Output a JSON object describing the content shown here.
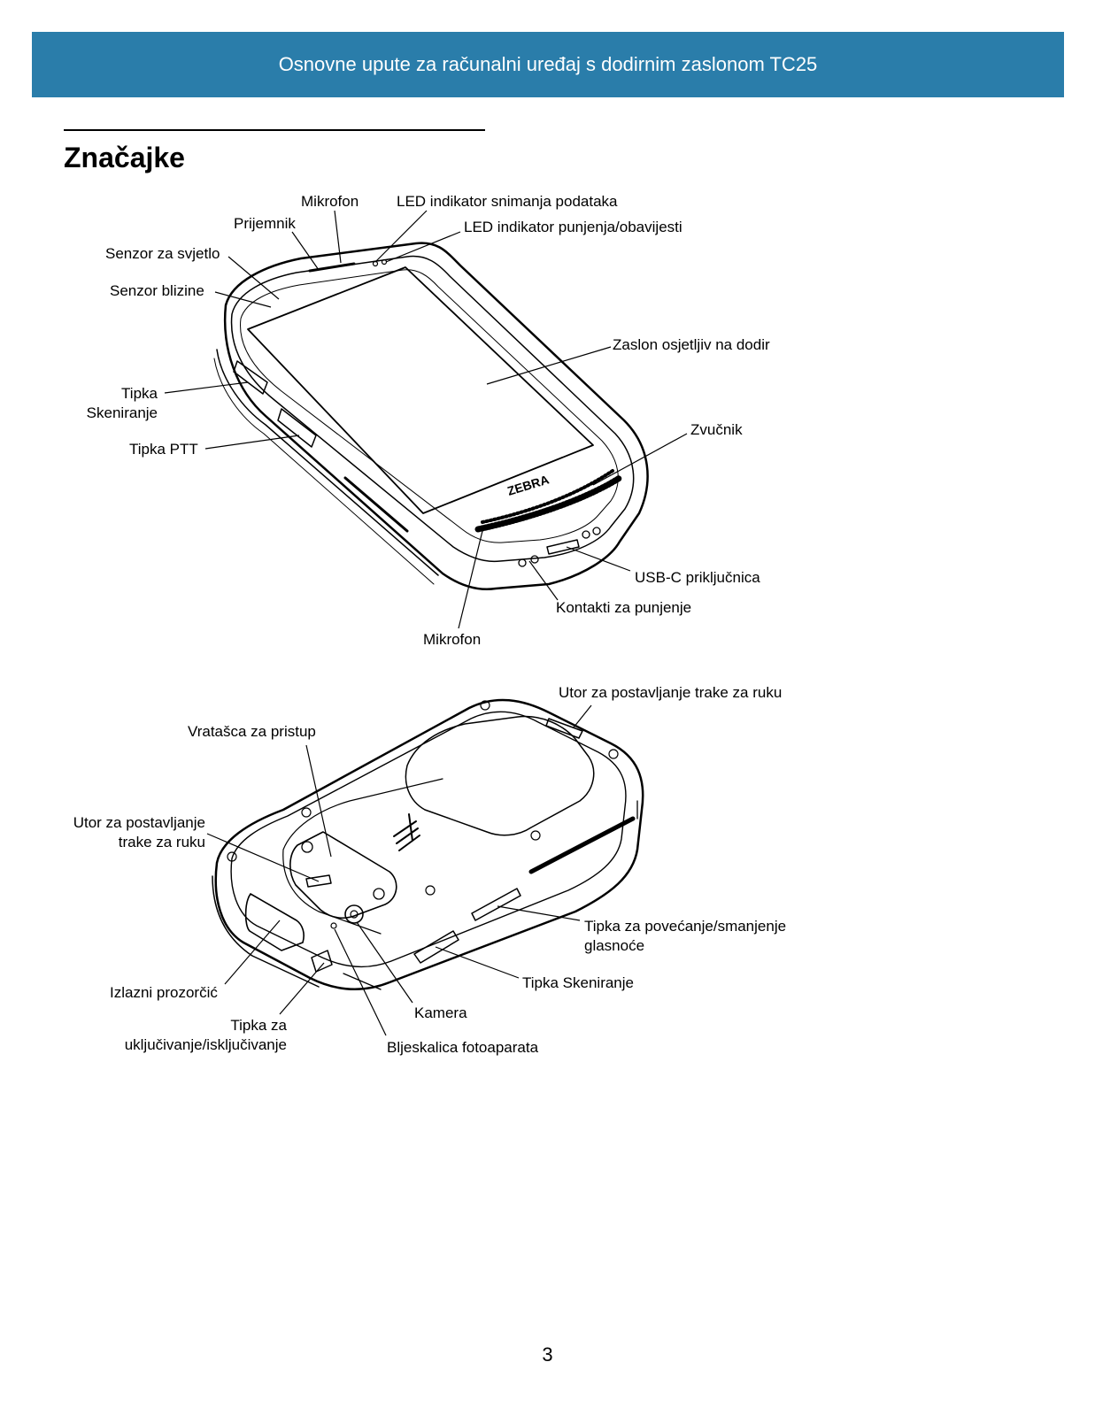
{
  "header": {
    "title": "Osnovne upute za računalni uređaj s dodirnim zaslonom TC25"
  },
  "section": {
    "title": "Značajke"
  },
  "front": {
    "brand": "ZEBRA",
    "labels": {
      "mikrofon_top": "Mikrofon",
      "led_capture": "LED indikator snimanja podataka",
      "prijemnik": "Prijemnik",
      "led_charge": "LED indikator punjenja/obavijesti",
      "light_sensor": "Senzor za svjetlo",
      "proximity": "Senzor blizine",
      "touchscreen": "Zaslon osjetljiv na dodir",
      "scan_button_l1": "Tipka",
      "scan_button_l2": "Skeniranje",
      "speaker": "Zvučnik",
      "ptt": "Tipka PTT",
      "usbc": "USB-C priključnica",
      "charging": "Kontakti za punjenje",
      "mikrofon_bottom": "Mikrofon"
    }
  },
  "back": {
    "labels": {
      "strap_slot_top": "Utor za postavljanje trake za ruku",
      "access_door": "Vratašca za pristup",
      "strap_slot_l1": "Utor za postavljanje",
      "strap_slot_l2": "trake za ruku",
      "volume_l1": "Tipka za povećanje/smanjenje",
      "volume_l2": "glasnoće",
      "scan_button": "Tipka Skeniranje",
      "exit_window": "Izlazni prozorčić",
      "camera": "Kamera",
      "power_l1": "Tipka za",
      "power_l2": "uključivanje/isključivanje",
      "flash": "Bljeskalica fotoaparata"
    }
  },
  "footer": {
    "page_number": "3"
  }
}
